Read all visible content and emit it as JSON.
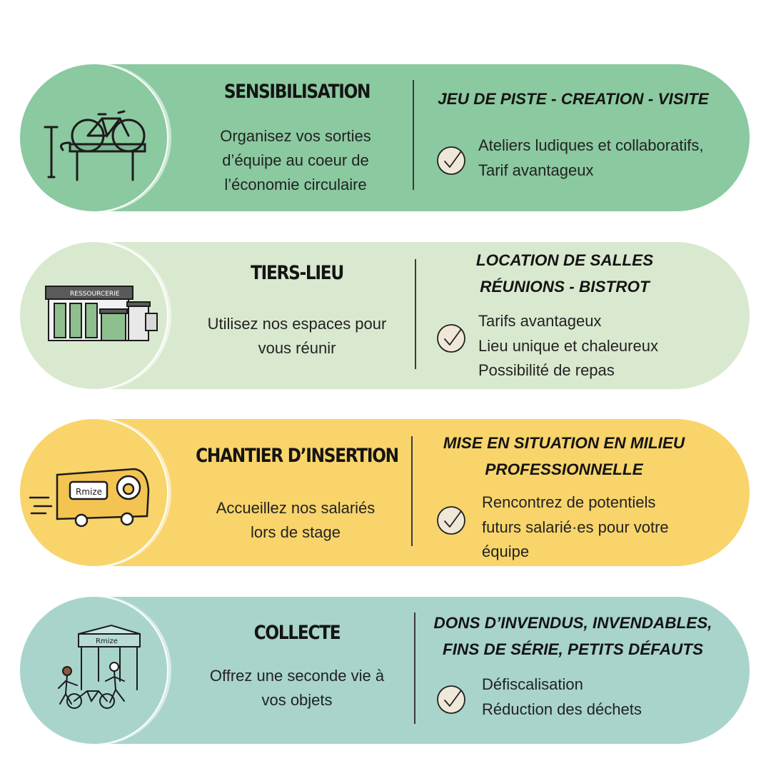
{
  "cards": [
    {
      "title": "SENSIBILISATION",
      "description_lines": [
        "Organisez vos sorties",
        "d’équipe au coeur de",
        "l’économie circulaire"
      ],
      "subtitle_lines": [
        "JEU DE PISTE - CREATION - VISITE"
      ],
      "benefits": [
        "Ateliers ludiques et collaboratifs,",
        "Tarif avantageux"
      ],
      "icon": "bicycle-repair-stand-icon",
      "color": "#8bc9a0",
      "circle_color": "#8bc9a0"
    },
    {
      "title": "TIERS-LIEU",
      "description_lines": [
        "Utilisez nos espaces pour",
        "vous réunir"
      ],
      "subtitle_lines": [
        "LOCATION DE SALLES",
        "RÉUNIONS - BISTROT"
      ],
      "benefits": [
        "Tarifs avantageux",
        "Lieu unique et chaleureux",
        "Possibilité de repas"
      ],
      "icon": "storefront-building-icon",
      "building_sign": "RESSOURCERIE",
      "color": "#d9e9cf",
      "circle_color": "#d9e9cf"
    },
    {
      "title": "CHANTIER D’INSERTION",
      "description_lines": [
        "Accueillez nos salariés",
        "lors de stage"
      ],
      "subtitle_lines": [
        "MISE EN SITUATION EN MILIEU",
        "PROFESSIONNELLE"
      ],
      "benefits": [
        "Rencontrez de potentiels",
        "futurs salarié·es pour votre",
        "équipe"
      ],
      "icon": "delivery-van-icon",
      "van_logo": "Rmize",
      "color": "#f8d46b",
      "circle_color": "#f8d46b"
    },
    {
      "title": "COLLECTE",
      "description_lines": [
        "Offrez une seconde vie à",
        "vos objets"
      ],
      "subtitle_lines": [
        "DONS D’INVENDUS, INVENDABLES,",
        "FINS DE SÉRIE, PETITS DÉFAUTS"
      ],
      "benefits": [
        "Défiscalisation",
        "Réduction des déchets"
      ],
      "icon": "collection-tent-icon",
      "tent_logo": "Rmize",
      "color": "#a8d4cc",
      "circle_color": "#a8d4cc"
    }
  ]
}
